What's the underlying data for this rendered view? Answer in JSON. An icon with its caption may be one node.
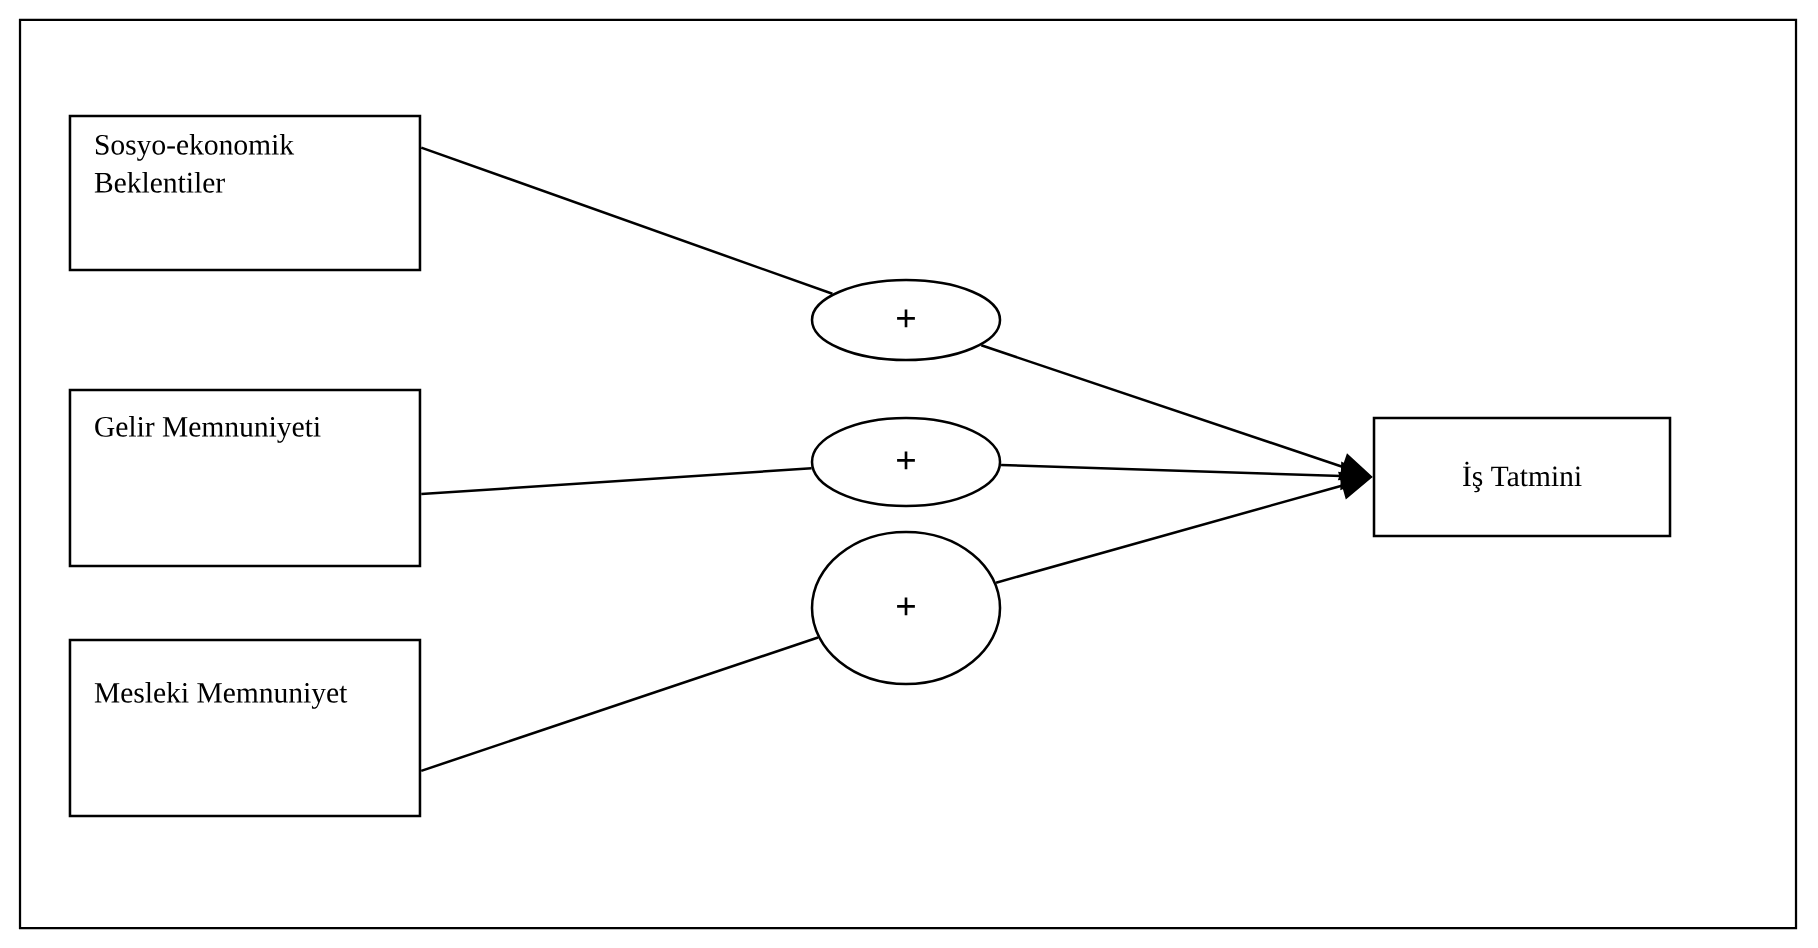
{
  "diagram": {
    "nodes": [
      {
        "text": [
          "Sosyo-ekonomik Beklentiler"
        ]
      },
      {
        "text": [
          "Gelir Memnuniyeti"
        ]
      },
      {
        "text": [
          "Mesleki Memnuniyet"
        ]
      },
      {
        "text": [
          "+"
        ]
      },
      {
        "text": [
          "+"
        ]
      },
      {
        "text": [
          "+"
        ]
      },
      {
        "text": [
          "İş Tatmini"
        ]
      }
    ],
    "edges": [
      {
        "from": 0,
        "to": 3,
        "arrow": "none"
      },
      {
        "from": 1,
        "to": 4,
        "arrow": "none"
      },
      {
        "from": 2,
        "to": 5,
        "arrow": "none"
      },
      {
        "from": 3,
        "to": 6,
        "arrow": "to"
      },
      {
        "from": 4,
        "to": 6,
        "arrow": "to"
      },
      {
        "from": 5,
        "to": 6,
        "arrow": "to"
      }
    ]
  }
}
